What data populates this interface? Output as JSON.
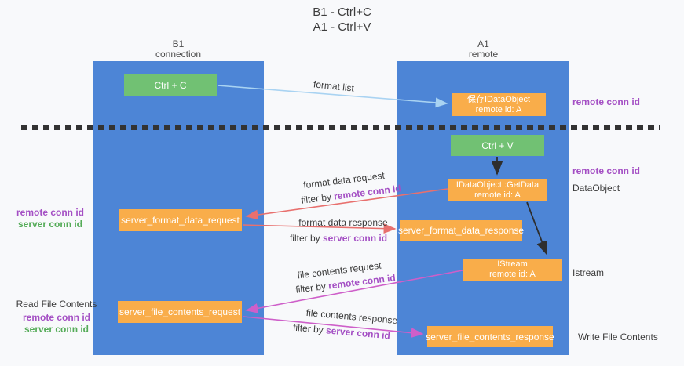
{
  "title": {
    "line1": "B1 - Ctrl+C",
    "line2": "A1 - Ctrl+V"
  },
  "lifelines": {
    "left": {
      "name": "B1",
      "role": "connection"
    },
    "right": {
      "name": "A1",
      "role": "remote"
    }
  },
  "boxes": {
    "ctrl_c": {
      "label": "Ctrl + C"
    },
    "save_dataobject": {
      "line1": "保存IDataObject",
      "line2": "remote id: A"
    },
    "ctrl_v": {
      "label": "Ctrl + V"
    },
    "getdata": {
      "line1": "IDataObject::GetData",
      "line2": "remote id: A"
    },
    "format_request": {
      "label": "server_format_data_request"
    },
    "format_response": {
      "label": "server_format_data_response"
    },
    "istream": {
      "line1": "IStream",
      "line2": "remote id: A"
    },
    "file_request": {
      "label": "server_file_contents_request"
    },
    "file_response": {
      "label": "server_file_contents_response"
    }
  },
  "flows": {
    "format_list": {
      "label": "format list"
    },
    "format_data_request": {
      "label": "format data request",
      "filter": "filter by",
      "key": "remote conn id"
    },
    "format_data_response": {
      "label": "format data response",
      "filter": "filter by",
      "key": "server conn id"
    },
    "file_contents_request": {
      "label": "file contents request",
      "filter": "filter by",
      "key": "remote conn id"
    },
    "file_contents_response": {
      "label": "file contents response",
      "filter": "filter by",
      "key": "server conn id"
    }
  },
  "left_labels": {
    "group1": {
      "remote": "remote conn id",
      "server": "server conn id"
    },
    "group2": {
      "title": "Read File Contents",
      "remote": "remote conn id",
      "server": "server conn id"
    }
  },
  "right_labels": {
    "conn_top": "remote conn id",
    "conn_mid": "remote conn id",
    "dataobject": "DataObject",
    "istream": "Istream",
    "write": "Write File Contents"
  },
  "colors": {
    "lifeline_blue": "#4d85d6",
    "box_green": "#71c173",
    "box_orange": "#f9ad4a",
    "arrow_lightblue": "#a9d3f2",
    "arrow_red": "#e8706e",
    "arrow_magenta": "#ce5fc9",
    "arrow_black": "#2e2e2e",
    "divider_black": "#333333",
    "text_purple": "#a44fc4",
    "text_green": "#54ab57"
  }
}
